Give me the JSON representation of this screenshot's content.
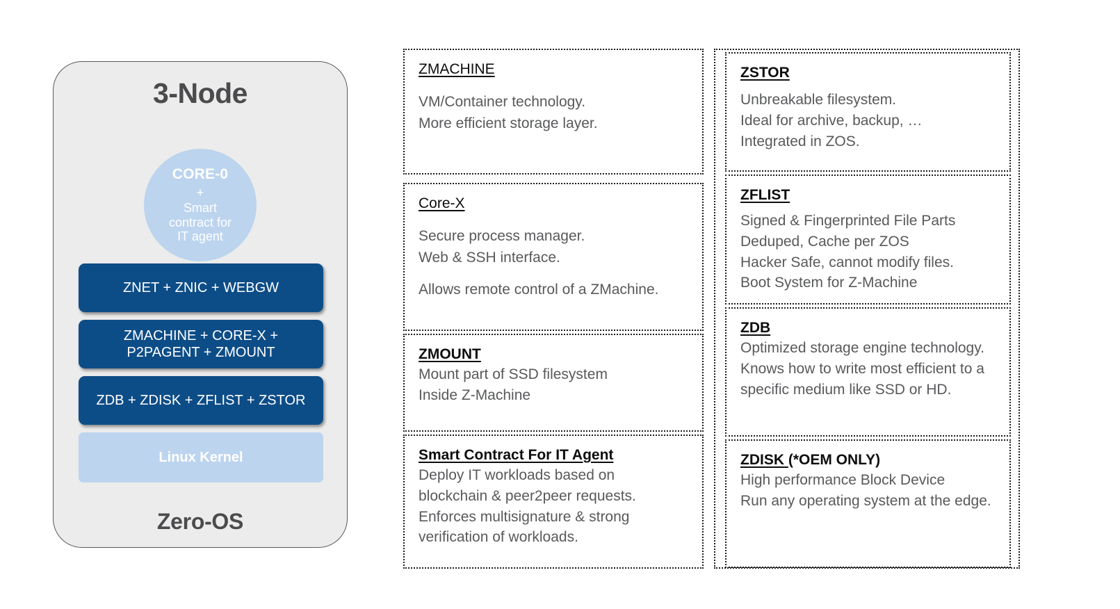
{
  "node_panel": {
    "title": "3-Node",
    "footer": "Zero-OS",
    "core_circle": {
      "name": "CORE-0",
      "plus": "+",
      "line1": "Smart",
      "line2": "contract for",
      "line3": "IT agent"
    },
    "layers": [
      {
        "label": "ZNET +  ZNIC + WEBGW",
        "style": "blue"
      },
      {
        "label_line1": "ZMACHINE + CORE-X +",
        "label_line2": "P2PAGENT + ZMOUNT",
        "style": "blue"
      },
      {
        "label": "ZDB + ZDISK + ZFLIST + ZSTOR",
        "style": "blue"
      },
      {
        "label": "Linux Kernel",
        "style": "light"
      }
    ]
  },
  "middle_column": {
    "boxes": [
      {
        "heading": "ZMACHINE",
        "lines": [
          "VM/Container technology.",
          "More efficient  storage layer."
        ]
      },
      {
        "heading": "Core-X",
        "lines": [
          "Secure process manager.",
          "Web & SSH interface."
        ],
        "lines2": [
          "Allows remote control of a ZMachine."
        ]
      },
      {
        "heading": "ZMOUNT",
        "lines": [
          "Mount part of SSD filesystem",
          "Inside Z-Machine"
        ]
      },
      {
        "heading": "Smart Contract For IT Agent",
        "lines": [
          "Deploy IT workloads based on",
          "blockchain & peer2peer requests.",
          "Enforces multisignature & strong",
          "verification of workloads."
        ]
      }
    ]
  },
  "right_column": {
    "boxes": [
      {
        "heading": "ZSTOR",
        "lines": [
          "Unbreakable filesystem.",
          "Ideal for archive, backup, …",
          "Integrated in ZOS."
        ]
      },
      {
        "heading": "ZFLIST",
        "lines": [
          "Signed & Fingerprinted File Parts",
          "Deduped, Cache per ZOS",
          "Hacker Safe, cannot modify files.",
          "Boot System for Z-Machine"
        ]
      },
      {
        "heading": "ZDB",
        "lines": [
          "Optimized storage engine technology.",
          "Knows how to write most efficient to a",
          "specific medium like SSD or HD."
        ]
      },
      {
        "heading": "ZDISK ",
        "heading_suffix": "(*OEM ONLY)",
        "lines": [
          "High performance Block Device",
          "Run any operating system at the edge."
        ]
      }
    ]
  },
  "colors": {
    "deep_blue": "#0d4d87",
    "light_blue": "#bcd4ee",
    "panel_grey": "#ececec",
    "text_grey": "#58595b",
    "dark_grey": "#4b4b4d"
  }
}
